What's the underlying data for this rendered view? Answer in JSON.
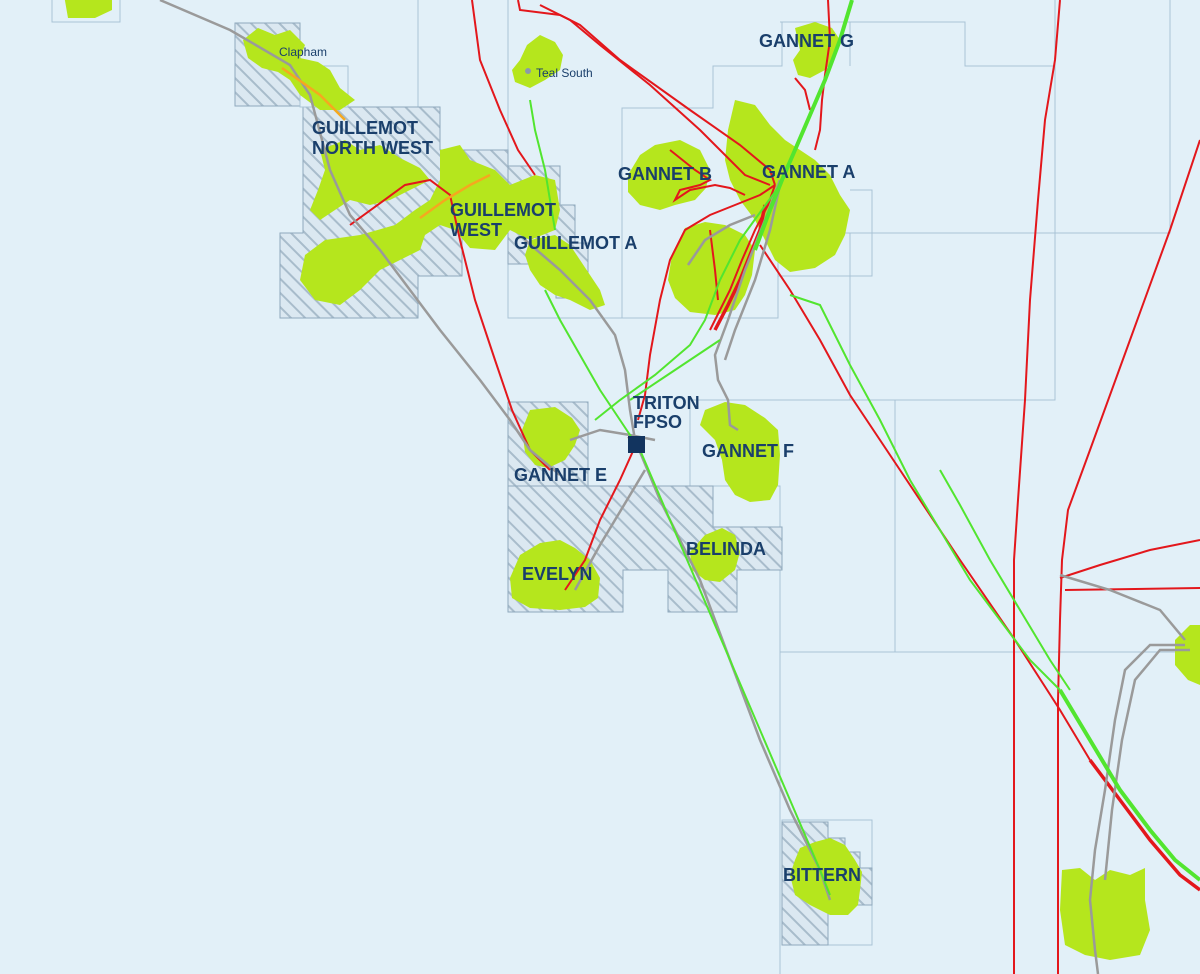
{
  "map": {
    "colors": {
      "sea": "#e2f0f8",
      "field": "#b5e61d",
      "licence_hatch": "#a8bccb",
      "block_line": "#a9c3d6",
      "pipeline_red": "#e3171c",
      "pipeline_green": "#52e52f",
      "pipeline_grey": "#9a9a9a",
      "pipeline_orange": "#f5a81f",
      "label": "#1a3f6b",
      "facility": "#12345f"
    },
    "labels": {
      "clapham": "Clapham",
      "teal_south": "Teal South",
      "guillemot_north_west_1": "GUILLEMOT",
      "guillemot_north_west_2": "NORTH WEST",
      "guillemot_west_1": "GUILLEMOT",
      "guillemot_west_2": "WEST",
      "guillemot_a": "GUILLEMOT A",
      "gannet_g": "GANNET G",
      "gannet_b": "GANNET B",
      "gannet_a": "GANNET A",
      "triton_1": "TRITON",
      "triton_2": "FPSO",
      "gannet_f": "GANNET F",
      "gannet_e": "GANNET E",
      "belinda": "BELINDA",
      "evelyn": "EVELYN",
      "bittern": "BITTERN"
    },
    "facility_icon": "square-icon"
  }
}
